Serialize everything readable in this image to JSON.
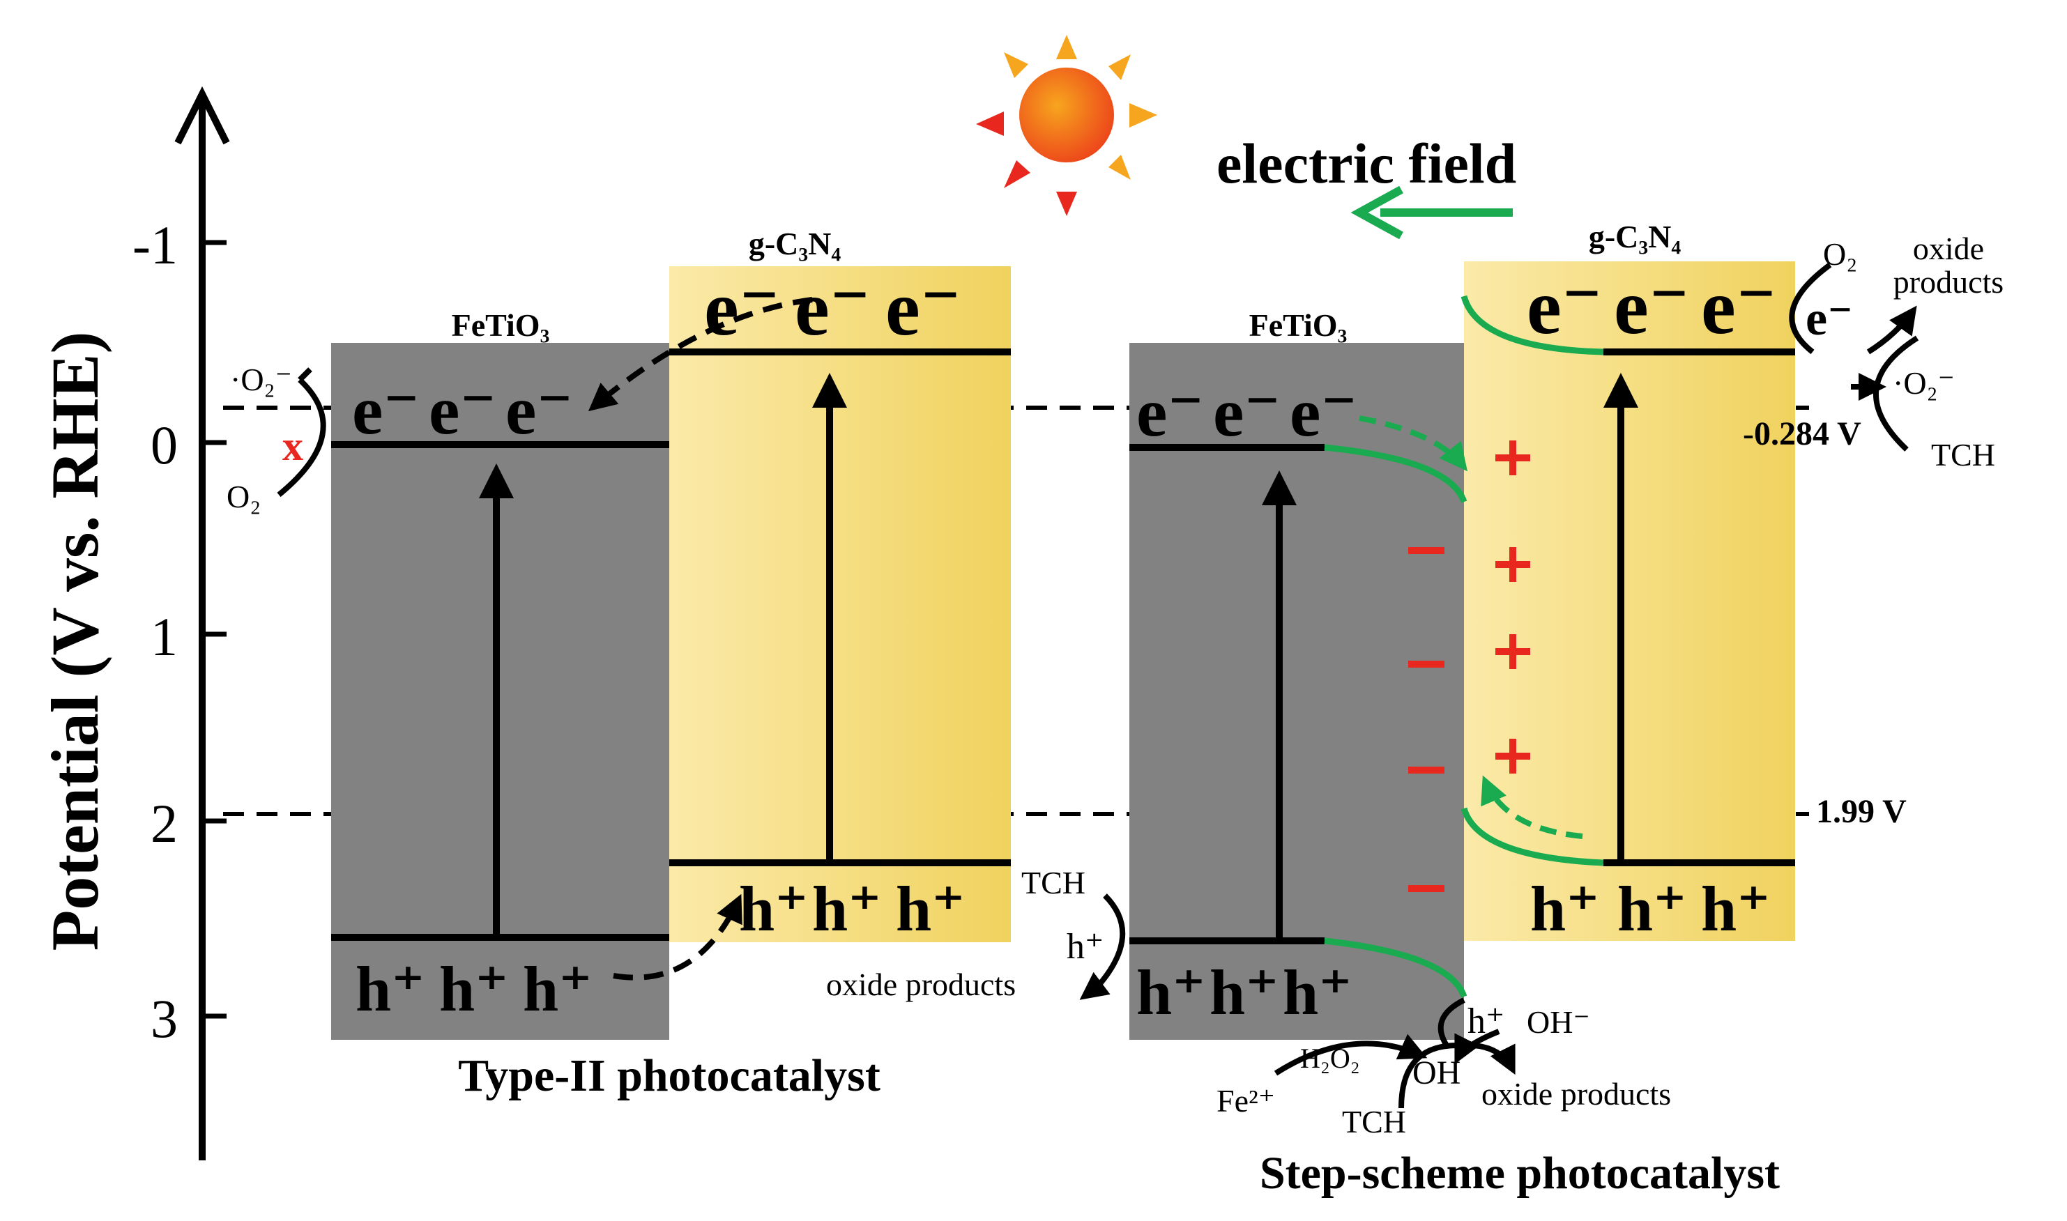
{
  "axis": {
    "label": "Potential (V vs. RHE)",
    "ticks": [
      "-1",
      "0",
      "1",
      "2",
      "3"
    ]
  },
  "electric_field": {
    "label": "electric field"
  },
  "left_panel": {
    "caption": "Type-II photocatalyst",
    "fetio3_label": "FeTiO₃",
    "gc3n4_label": "g-C₃N₄",
    "superoxide": "·O₂⁻",
    "o2": "O₂",
    "blocked_mark": "x"
  },
  "right_panel": {
    "caption": "Step-scheme photocatalyst",
    "fetio3_label": "FeTiO₃",
    "gc3n4_label": "g-C₃N₄",
    "cb_potential": "-0.284 V",
    "vb_potential": "1.99 V",
    "o2": "O₂",
    "oxide_products_top": "oxide\nproducts",
    "superoxide": "·O₂⁻",
    "tch_top": "TCH",
    "tch_left": "TCH",
    "oxide_products_left": "oxide products",
    "hydroxide": "OH⁻",
    "h2o2": "H₂O₂",
    "hydroxyl_radical": "·OH",
    "fe2": "Fe²⁺",
    "tch_bottom": "TCH",
    "oxide_products_bottom": "oxide products"
  },
  "carriers": {
    "electron": "e⁻",
    "hole": "h⁺"
  },
  "colors": {
    "fetio3_band": "#828282",
    "gc3n4_band_light": "#fbeaa9",
    "gc3n4_band_dark": "#f0d25e",
    "sun_core": "#f5561e",
    "sun_rays": "#f5a51e",
    "field_arrow": "#1aab50",
    "charge_red": "#e8281e"
  }
}
